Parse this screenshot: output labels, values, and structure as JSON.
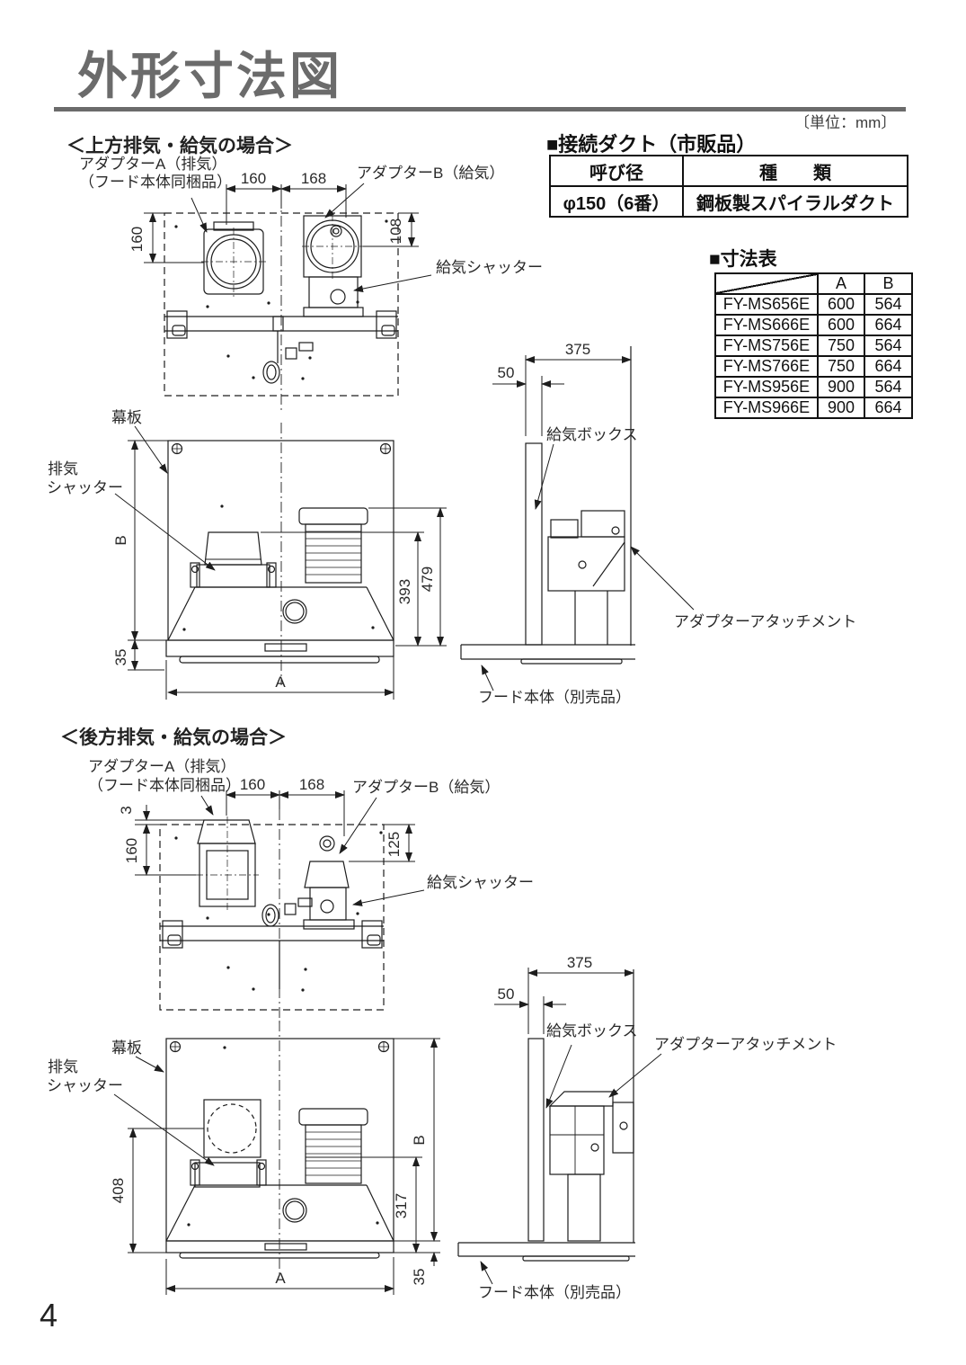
{
  "page": {
    "number": "4",
    "unit_note": "〔単位：mm〕",
    "title": "外形寸法図"
  },
  "sections": {
    "upper_heading": "＜上方排気・給気の場合＞",
    "rear_heading": "＜後方排気・給気の場合＞"
  },
  "duct_table": {
    "title": "■接続ダクト（市販品）",
    "headers": [
      "呼び径",
      "種　　類"
    ],
    "row": [
      "φ150（6番）",
      "鋼板製スパイラルダクト"
    ]
  },
  "dim_table": {
    "title": "■寸法表",
    "col_headers": [
      "A",
      "B"
    ],
    "rows": [
      {
        "model": "FY-MS656E",
        "a": "600",
        "b": "564"
      },
      {
        "model": "FY-MS666E",
        "a": "600",
        "b": "664"
      },
      {
        "model": "FY-MS756E",
        "a": "750",
        "b": "564"
      },
      {
        "model": "FY-MS766E",
        "a": "750",
        "b": "664"
      },
      {
        "model": "FY-MS956E",
        "a": "900",
        "b": "564"
      },
      {
        "model": "FY-MS966E",
        "a": "900",
        "b": "664"
      }
    ]
  },
  "labels": {
    "adapter_a1": "アダプターA（排気）",
    "adapter_a2": "（フード本体同梱品）",
    "adapter_b": "アダプターB（給気）",
    "supply_shutter": "給気シャッター",
    "front_panel": "幕板",
    "exhaust1": "排気",
    "exhaust2": "シャッター",
    "supply_box": "給気ボックス",
    "adapter_attachment": "アダプターアタッチメント",
    "hood_body": "フード本体（別売品）"
  },
  "dims": {
    "d160": "160",
    "d168": "168",
    "d108": "108",
    "d375": "375",
    "d50": "50",
    "dB": "B",
    "d393": "393",
    "d479": "479",
    "d35": "35",
    "dA": "A",
    "d3": "3",
    "d125": "125",
    "d408": "408",
    "d317": "317"
  }
}
